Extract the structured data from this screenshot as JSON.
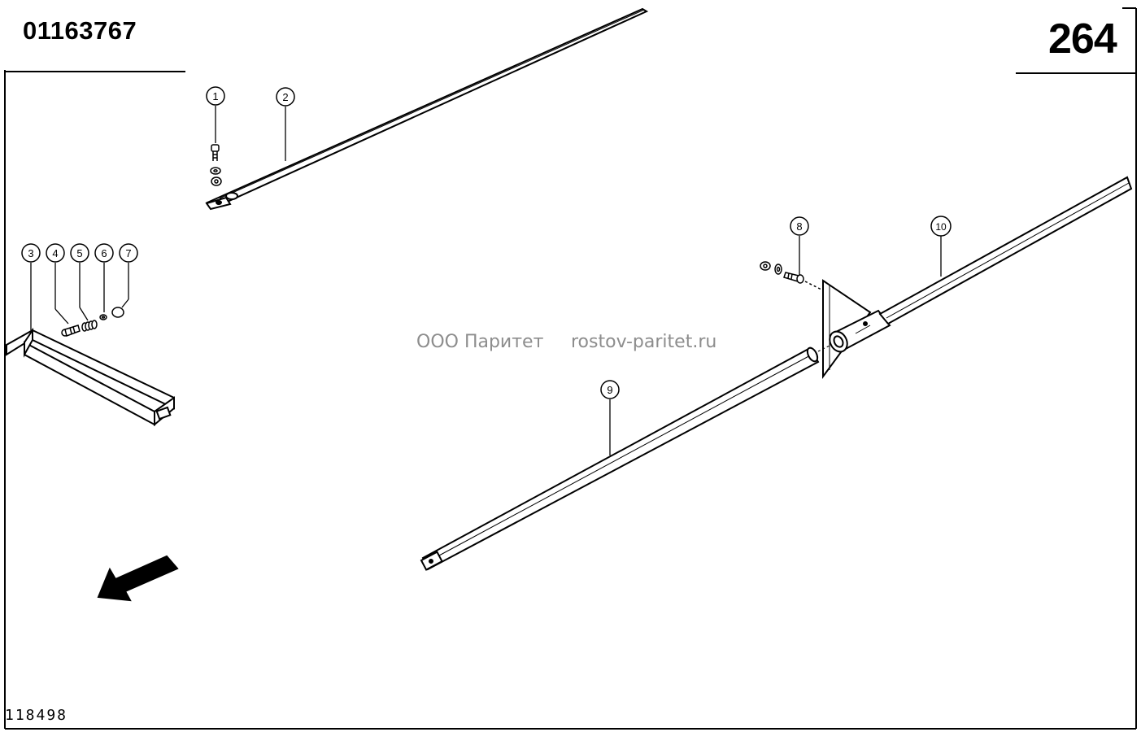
{
  "header": {
    "part_number": "01163767",
    "page_number": "264"
  },
  "footer": {
    "drawing_number": "118498"
  },
  "watermark": {
    "company": "ООО Паритет",
    "website": "rostov-paritet.ru"
  },
  "callouts": [
    "1",
    "2",
    "3",
    "4",
    "5",
    "6",
    "7",
    "8",
    "9",
    "10"
  ],
  "icons": {
    "direction_arrow": "travel-direction-arrow-icon"
  }
}
